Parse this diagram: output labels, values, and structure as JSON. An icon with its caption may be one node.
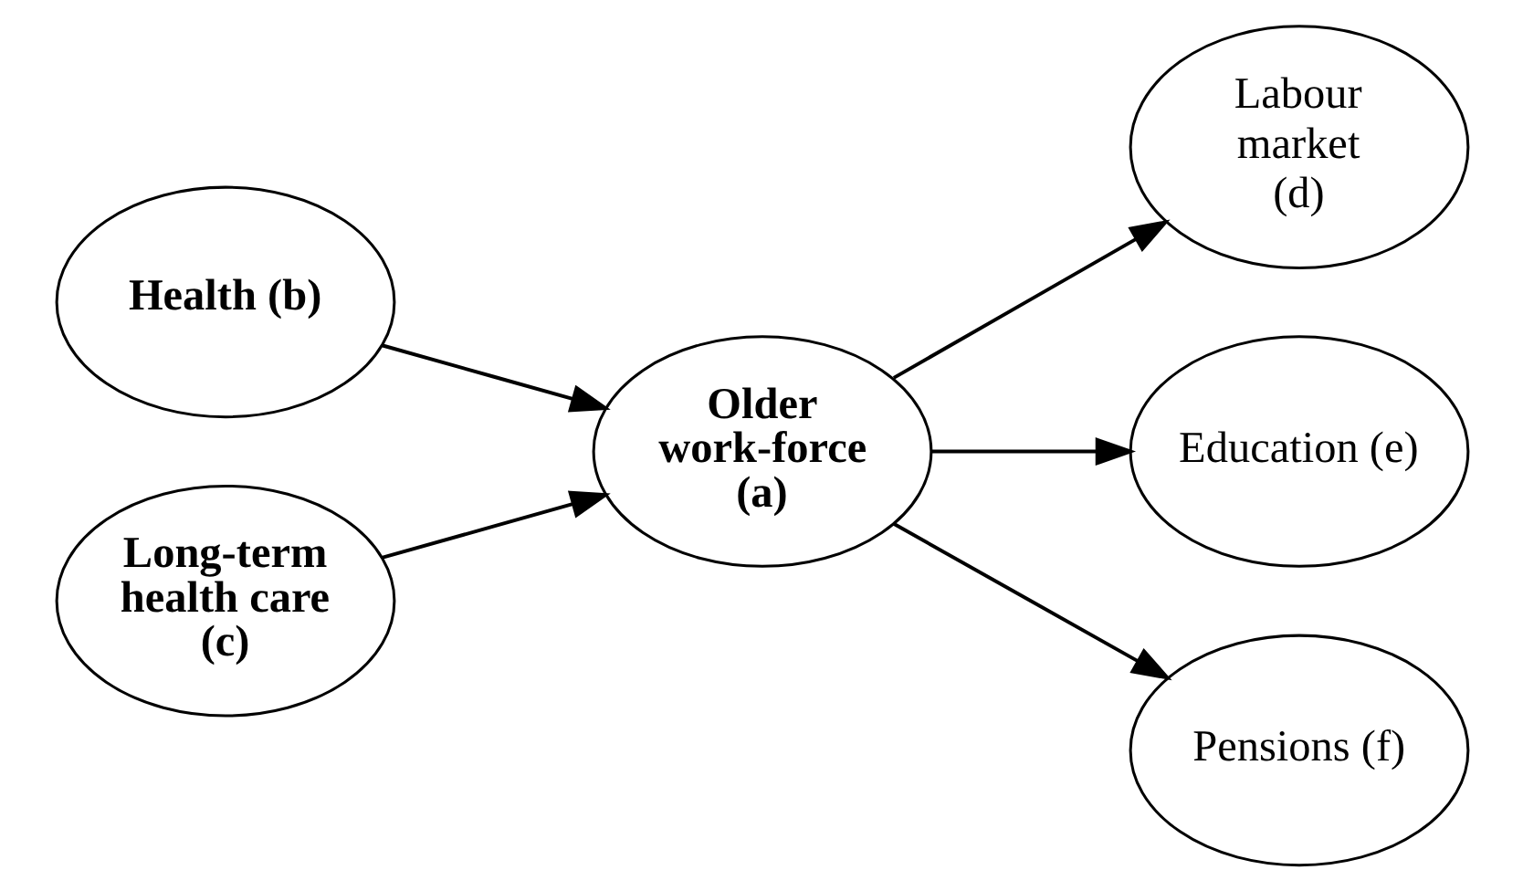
{
  "diagram": {
    "nodes": [
      {
        "text": [
          "Health (b)"
        ]
      },
      {
        "text": [
          "Long-term health care (c)"
        ]
      },
      {
        "text": [
          "Older work-force (a)"
        ]
      },
      {
        "text": [
          "Labour market (d)"
        ]
      },
      {
        "text": [
          "Education (e)"
        ]
      },
      {
        "text": [
          "Pensions (f)"
        ]
      }
    ],
    "edges": [
      {
        "from": 0,
        "to": 2,
        "arrow": "to"
      },
      {
        "from": 1,
        "to": 2,
        "arrow": "to"
      },
      {
        "from": 2,
        "to": 3,
        "arrow": "to"
      },
      {
        "from": 2,
        "to": 4,
        "arrow": "to"
      },
      {
        "from": 2,
        "to": 5,
        "arrow": "to"
      }
    ]
  }
}
